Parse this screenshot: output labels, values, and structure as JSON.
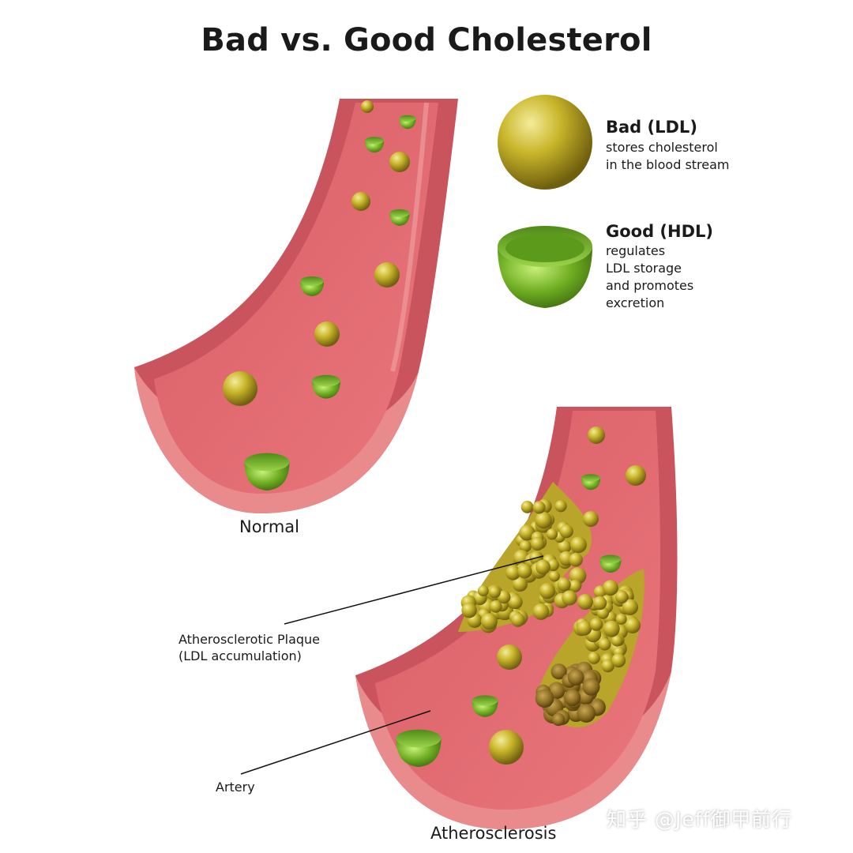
{
  "title": "Bad vs. Good Cholesterol",
  "legend": {
    "ldl": {
      "name": "Bad (LDL)",
      "lines": [
        "stores cholesterol",
        "in the blood stream"
      ]
    },
    "hdl": {
      "name": "Good (HDL)",
      "lines": [
        "regulates",
        "LDL storage",
        "and promotes",
        "excretion"
      ]
    }
  },
  "captions": {
    "normal": "Normal",
    "atherosclerosis": "Atherosclerosis"
  },
  "callouts": {
    "plaque": [
      "Atherosclerotic Plaque",
      "(LDL accumulation)"
    ],
    "artery": "Artery"
  },
  "watermark": "知乎 @Jeff御甲前行",
  "colors": {
    "artery_outer": "#c9545e",
    "artery_inner": "#e98a8c",
    "ldl": "#c9b62a",
    "hdl": "#7fbf2a",
    "plaque_dark": "#8a6b1f"
  }
}
